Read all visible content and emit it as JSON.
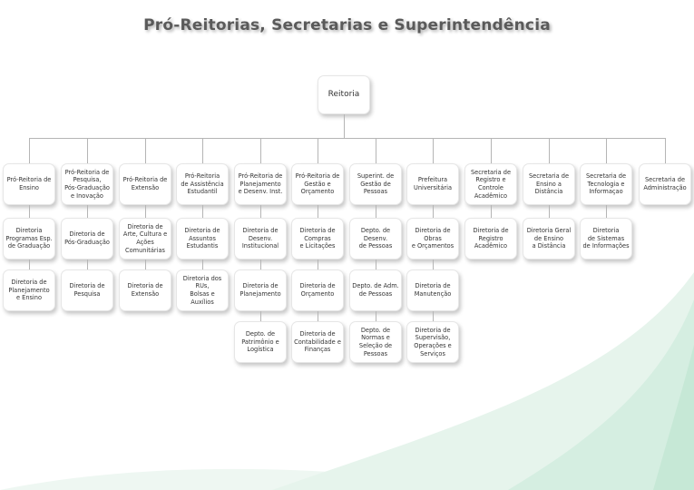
{
  "title": "Pró-Reitorias, Secretarias e Superintendência",
  "root": "Reitoria",
  "columns": [
    [
      "Pró-Reitoria de\nEnsino",
      "Diretoria\nProgramas Esp.\nde Graduação",
      "Diretoria de\nPlanejamento\ne Ensino"
    ],
    [
      "Pró-Reitoria de\nPesquisa,\nPós-Graduação\ne Inovação",
      "Diretoria de\nPós-Graduação",
      "Diretoria de\nPesquisa"
    ],
    [
      "Pró-Reitoria de\nExtensão",
      "Diretoria de\nArte, Cultura e\nAções\nComunitárias",
      "Diretoria de\nExtensão"
    ],
    [
      "Pró-Reitoria\nde Assistência\nEstudantil",
      "Diretoria de\nAssuntos\nEstudantis",
      "Diretoria dos\nRUs,\nBolsas e Auxílios"
    ],
    [
      "Pró-Reitoria de\nPlanejamento\ne Desenv. Inst.",
      "Diretoria de\nDesenv.\nInstitucional",
      "Diretoria de\nPlanejamento",
      "Depto. de\nPatrimônio e\nLogística"
    ],
    [
      "Pró-Reitoria de\nGestão e\nOrçamento",
      "Diretoria de\nCompras\ne Licitações",
      "Diretoria de\nOrçamento",
      "Diretoria de\nContabilidade e\nFinanças"
    ],
    [
      "Superint. de\nGestão de\nPessoas",
      "Depto. de\nDesenv.\nde Pessoas",
      "Depto. de Adm.\nde Pessoas",
      "Depto. de\nNormas e\nSeleção de\nPessoas"
    ],
    [
      "Prefeitura\nUniversitária",
      "Diretoria de\nObras\ne Orçamentos",
      "Diretoria de\nManutenção",
      "Diretoria de\nSupervisão,\nOperações e\nServiços"
    ],
    [
      "Secretaria de\nRegistro e\nControle\nAcadêmico",
      "Diretoria de\nRegistro\nAcadêmico"
    ],
    [
      "Secretaria de\nEnsino a\nDistância",
      "Diretoria Geral\nde Ensino\na Distância"
    ],
    [
      "Secretaria de\nTecnologia e\nInformaçao",
      "Diretoria\nde Sistemas\nde Informações"
    ],
    [
      "Secretaria de\nAdministração"
    ]
  ],
  "colors": {
    "line": "#b5b5b5",
    "title": "#5a5a5a",
    "accent": "#d7efe3"
  }
}
